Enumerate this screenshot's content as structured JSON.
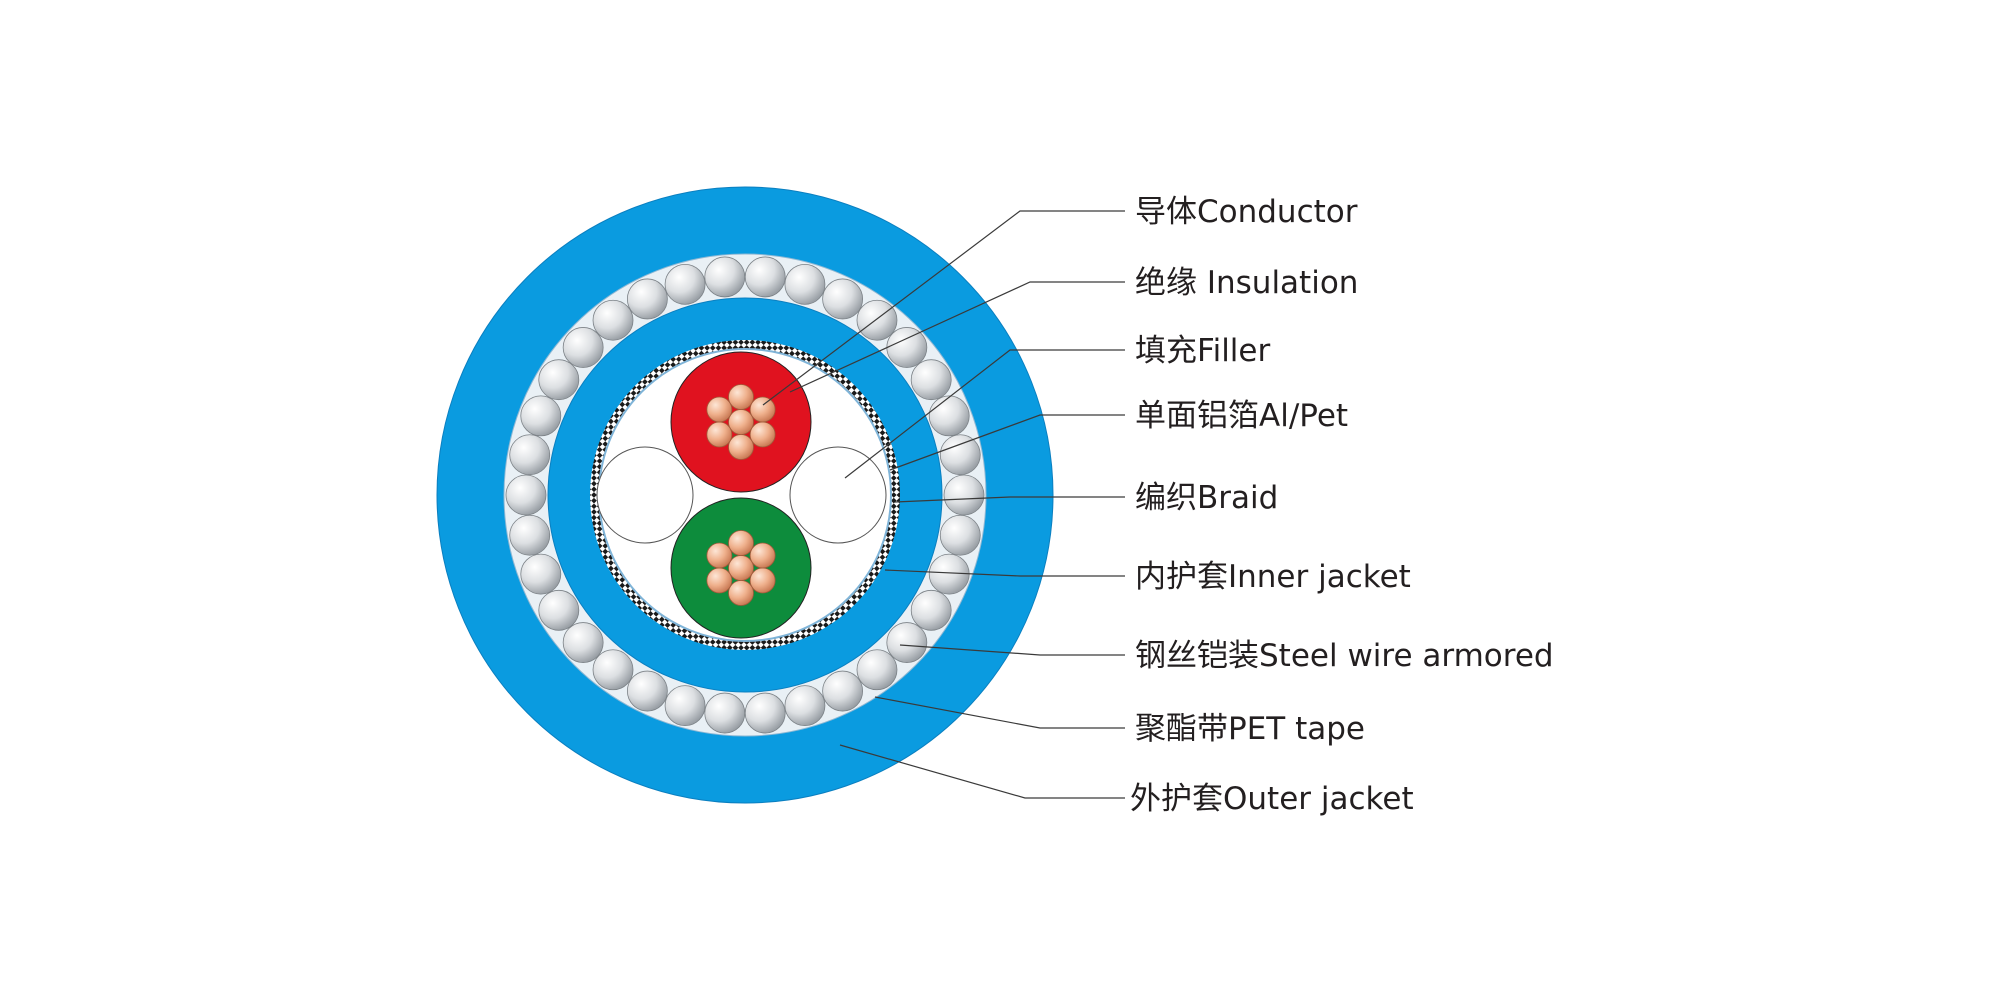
{
  "colors": {
    "outer_jacket": "#0a9be0",
    "inner_jacket": "#0a9be0",
    "pet_tape": "#e6eef4",
    "steel_wire": "#d9dde0",
    "insulation_red": "#e0121f",
    "insulation_green": "#0d8c3c",
    "conductor_copper": "#e8a37e",
    "filler": "#ffffff",
    "braid": "#1a1a1a",
    "leader_line": "#3a3a3a",
    "label_text": "#231f20"
  },
  "labels": [
    {
      "id": "conductor",
      "text": "导体Conductor"
    },
    {
      "id": "insulation",
      "text": "绝缘 Insulation"
    },
    {
      "id": "filler",
      "text": "填充Filler"
    },
    {
      "id": "al-pet",
      "text": "单面铝箔Al/Pet"
    },
    {
      "id": "braid",
      "text": "编织Braid"
    },
    {
      "id": "inner-jacket",
      "text": "内护套Inner jacket"
    },
    {
      "id": "steel-wire-armored",
      "text": "钢丝铠装Steel wire armored"
    },
    {
      "id": "pet-tape",
      "text": "聚酯带PET tape"
    },
    {
      "id": "outer-jacket",
      "text": "外护套Outer jacket"
    }
  ]
}
